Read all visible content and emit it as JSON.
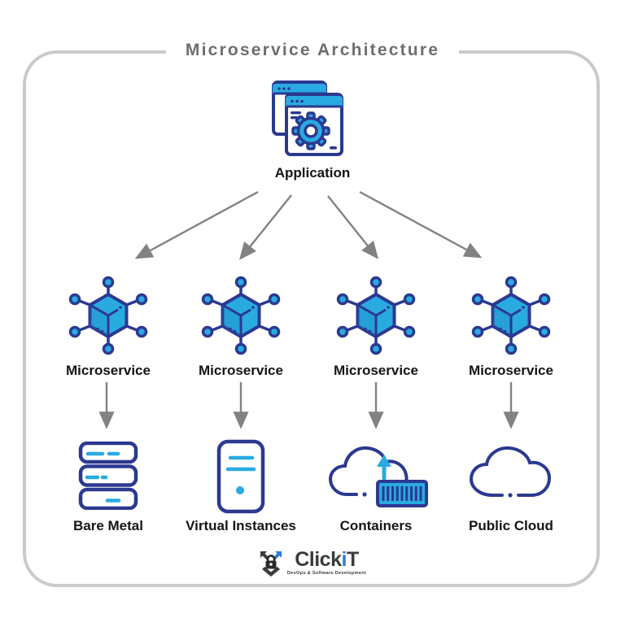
{
  "title": "Microservice Architecture",
  "application": {
    "label": "Application"
  },
  "microservices": [
    {
      "label": "Microservice"
    },
    {
      "label": "Microservice"
    },
    {
      "label": "Microservice"
    },
    {
      "label": "Microservice"
    }
  ],
  "platforms": [
    {
      "label": "Bare Metal"
    },
    {
      "label": "Virtual Instances"
    },
    {
      "label": "Containers"
    },
    {
      "label": "Public Cloud"
    }
  ],
  "logo": {
    "brand_prefix": "Click",
    "brand_accent": "i",
    "brand_suffix": "T",
    "tagline": "DevOps & Software Development"
  },
  "icons": {
    "application": "browser-windows-gear-icon",
    "microservice": "hex-cube-network-icon",
    "bare_metal": "server-stack-icon",
    "virtual_instances": "server-tower-icon",
    "containers": "cloud-upload-container-icon",
    "public_cloud": "cloud-icon",
    "logo_mark": "shield-lock-arrows-icon"
  },
  "colors": {
    "navy": "#2b3990",
    "blue": "#29abe2",
    "title_gray": "#6d6e71",
    "arrow_gray": "#828282",
    "border_gray": "#c9caca",
    "label_black": "#151515",
    "logo_dark": "#3b3b3c",
    "logo_blue": "#2b7cd3"
  }
}
